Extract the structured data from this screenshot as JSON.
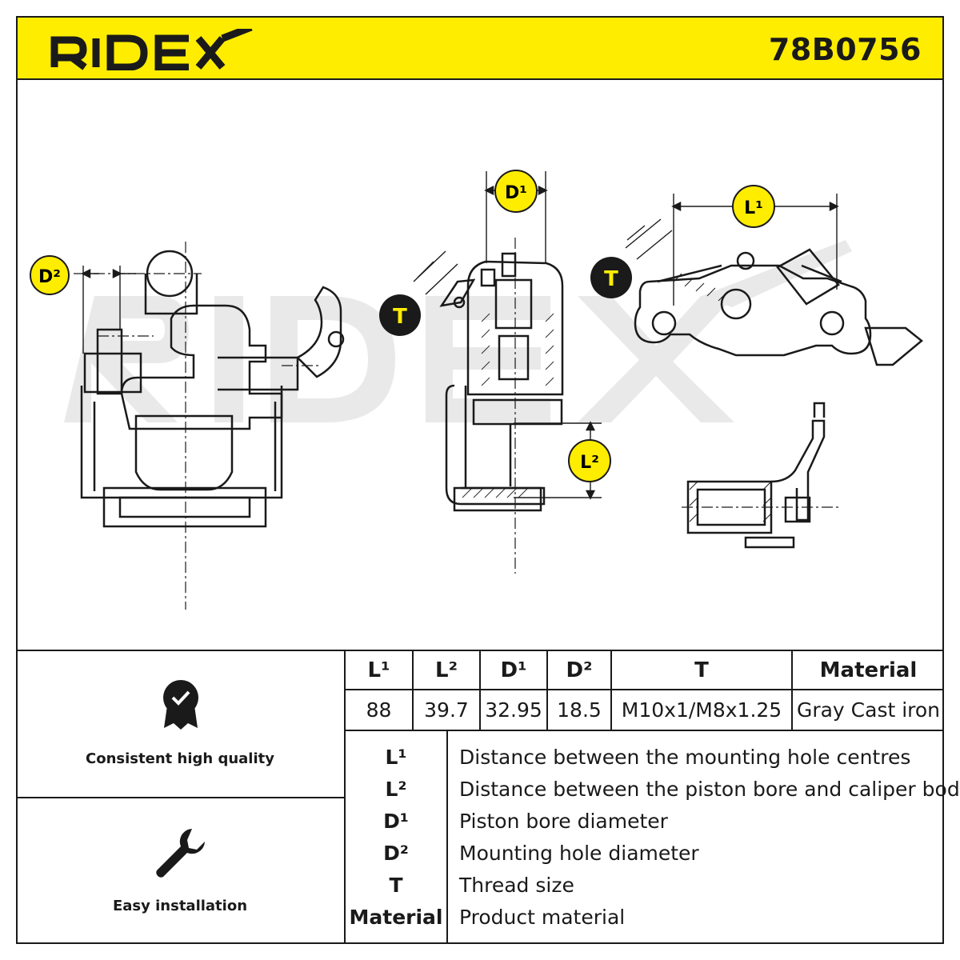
{
  "header": {
    "brand": "RIDEX",
    "part_number": "78B0756",
    "accent_color": "#ffed00"
  },
  "drawing": {
    "watermark": "RIDEX",
    "labels": {
      "d2": "D²",
      "d1": "D¹",
      "l1": "L¹",
      "l2": "L²",
      "t_left": "T",
      "t_right": "T"
    },
    "label_badge_color": "#ffed00"
  },
  "features": [
    {
      "icon": "quality-badge-icon",
      "label": "Consistent high quality"
    },
    {
      "icon": "wrench-icon",
      "label": "Easy installation"
    }
  ],
  "spec_table": {
    "headers": [
      "L¹",
      "L²",
      "D¹",
      "D²",
      "T",
      "Material"
    ],
    "values": [
      "88",
      "39.7",
      "32.95",
      "18.5",
      "M10x1/M8x1.25",
      "Gray Cast iron"
    ]
  },
  "legend": [
    {
      "key": "L¹",
      "description": "Distance between the mounting hole centres"
    },
    {
      "key": "L²",
      "description": "Distance between the piston bore and caliper body"
    },
    {
      "key": "D¹",
      "description": "Piston bore diameter"
    },
    {
      "key": "D²",
      "description": "Mounting hole diameter"
    },
    {
      "key": "T",
      "description": "Thread size"
    },
    {
      "key": "Material",
      "description": "Product material"
    }
  ]
}
